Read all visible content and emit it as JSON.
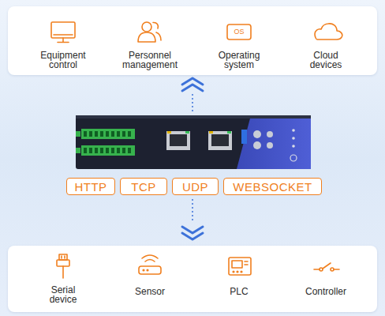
{
  "diagram": {
    "nodes": [
      {
        "text": [
          "Equipment control",
          "Personnel management",
          "Operating system",
          "Cloud devices"
        ]
      },
      {
        "text": [
          "HTTP"
        ]
      },
      {
        "text": [
          "TCP"
        ]
      },
      {
        "text": [
          "UDP"
        ]
      },
      {
        "text": [
          "WEBSOCKET"
        ]
      },
      {
        "text": [
          "Serial device",
          "Sensor",
          "PLC",
          "Controller"
        ]
      }
    ],
    "labels": [
      "OS"
    ]
  }
}
